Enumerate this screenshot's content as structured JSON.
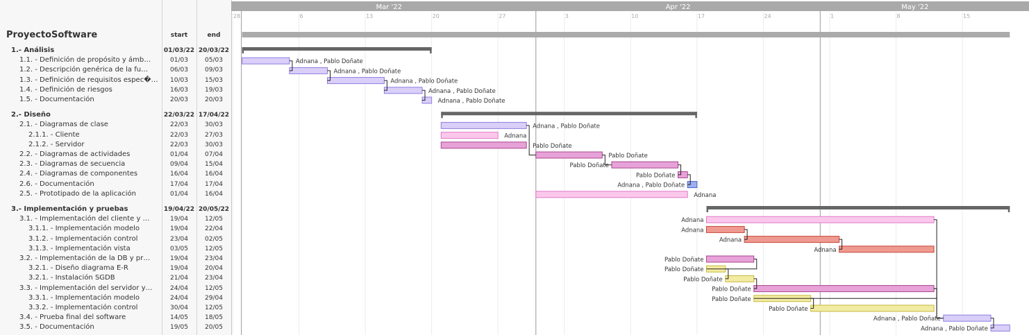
{
  "project": {
    "name": "ProyectoSoftware",
    "start_header": "start",
    "end_header": "end"
  },
  "months": [
    "Mar '22",
    "Apr '22",
    "May '22"
  ],
  "week_labels": [
    "28",
    "6",
    "13",
    "20",
    "27",
    "3",
    "10",
    "17",
    "24",
    "1",
    "8",
    "15"
  ],
  "chart_data": {
    "type": "gantt",
    "x_range": [
      "2022-02-28",
      "2022-05-21"
    ],
    "project_range": [
      "2022-03-01",
      "2022-05-20"
    ],
    "tasks": [
      {
        "name": "1.- Análisis",
        "start": "01/03/22",
        "end": "20/03/22",
        "group": true,
        "s": "2022-03-01",
        "e": "2022-03-20"
      },
      {
        "name": "1.1. - Definición de propósito y ámb…",
        "start": "01/03",
        "end": "05/03",
        "s": "2022-03-01",
        "e": "2022-03-05",
        "res": "Adnana , Pablo Doñate",
        "color": "lavender"
      },
      {
        "name": "1.2. - Descripción genérica de la fu…",
        "start": "06/03",
        "end": "09/03",
        "s": "2022-03-06",
        "e": "2022-03-09",
        "res": "Adnana , Pablo Doñate",
        "color": "lavender"
      },
      {
        "name": "1.3. - Definición de requisitos espec�…",
        "start": "10/03",
        "end": "15/03",
        "s": "2022-03-10",
        "e": "2022-03-15",
        "res": "Adnana , Pablo Doñate",
        "color": "lavender"
      },
      {
        "name": "1.4. - Definición de riesgos",
        "start": "16/03",
        "end": "19/03",
        "s": "2022-03-16",
        "e": "2022-03-19",
        "res": "Adnana , Pablo Doñate",
        "color": "lavender"
      },
      {
        "name": "1.5. - Documentación",
        "start": "20/03",
        "end": "20/03",
        "s": "2022-03-20",
        "e": "2022-03-20",
        "res": "Adnana , Pablo Doñate",
        "color": "lavender"
      },
      {
        "name": "2.- Diseño",
        "start": "22/03/22",
        "end": "17/04/22",
        "group": true,
        "s": "2022-03-22",
        "e": "2022-04-17"
      },
      {
        "name": "2.1. - Diagramas de clase",
        "start": "22/03",
        "end": "30/03",
        "s": "2022-03-22",
        "e": "2022-03-30",
        "res": "Adnana , Pablo Doñate",
        "color": "lavender"
      },
      {
        "name": "2.1.1. - Cliente",
        "start": "22/03",
        "end": "27/03",
        "s": "2022-03-22",
        "e": "2022-03-27",
        "res": "Adnana",
        "color": "pink"
      },
      {
        "name": "2.1.2. - Servidor",
        "start": "22/03",
        "end": "30/03",
        "s": "2022-03-22",
        "e": "2022-03-30",
        "res": "Pablo Doñate",
        "color": "orchid"
      },
      {
        "name": "2.2. - Diagramas de actividades",
        "start": "01/04",
        "end": "07/04",
        "s": "2022-04-01",
        "e": "2022-04-07",
        "res": "Pablo Doñate",
        "color": "orchid"
      },
      {
        "name": "2.3. - Diagramas de secuencia",
        "start": "09/04",
        "end": "15/04",
        "s": "2022-04-09",
        "e": "2022-04-15",
        "res": "Pablo Doñate",
        "color": "orchid",
        "label_left": true
      },
      {
        "name": "2.4. - Diagramas de componentes",
        "start": "16/04",
        "end": "16/04",
        "s": "2022-04-16",
        "e": "2022-04-16",
        "res": "Pablo Doñate",
        "color": "orchid",
        "label_left": true
      },
      {
        "name": "2.6. - Documentación",
        "start": "17/04",
        "end": "17/04",
        "s": "2022-04-17",
        "e": "2022-04-17",
        "res": "Adnana , Pablo Doñate",
        "color": "blue",
        "label_left": true
      },
      {
        "name": "2.5. - Prototipado de la aplicación",
        "start": "01/04",
        "end": "16/04",
        "s": "2022-04-01",
        "e": "2022-04-16",
        "res": "Adnana",
        "color": "pink"
      },
      {
        "name": "3.- Implementación y pruebas",
        "start": "19/04/22",
        "end": "20/05/22",
        "group": true,
        "s": "2022-04-19",
        "e": "2022-05-20"
      },
      {
        "name": "3.1. - Implementación del cliente y …",
        "start": "19/04",
        "end": "12/05",
        "s": "2022-04-19",
        "e": "2022-05-12",
        "res": "Adnana",
        "color": "pink",
        "label_left": true
      },
      {
        "name": "3.1.1. - Implementación modelo",
        "start": "19/04",
        "end": "22/04",
        "s": "2022-04-19",
        "e": "2022-04-22",
        "res": "Adnana",
        "color": "salmon",
        "label_left": true
      },
      {
        "name": "3.1.2. - Implementación control",
        "start": "23/04",
        "end": "02/05",
        "s": "2022-04-23",
        "e": "2022-05-02",
        "res": "Adnana",
        "color": "salmon",
        "label_left": true
      },
      {
        "name": "3.1.3. - Implementación vista",
        "start": "03/05",
        "end": "12/05",
        "s": "2022-05-03",
        "e": "2022-05-12",
        "res": "Adnana",
        "color": "salmon",
        "label_left": true
      },
      {
        "name": "3.2. - Implementación de la DB y pr…",
        "start": "19/04",
        "end": "23/04",
        "s": "2022-04-19",
        "e": "2022-04-23",
        "res": "Pablo Doñate",
        "color": "orchid",
        "label_left": true
      },
      {
        "name": "3.2.1. - Diseño diagrama E-R",
        "start": "19/04",
        "end": "20/04",
        "s": "2022-04-19",
        "e": "2022-04-20",
        "res": "Pablo Doñate",
        "color": "yellow",
        "label_left": true
      },
      {
        "name": "3.2.1. - Instalación SGDB",
        "start": "21/04",
        "end": "23/04",
        "s": "2022-04-21",
        "e": "2022-04-23",
        "res": "Pablo Doñate",
        "color": "yellow",
        "label_left": true
      },
      {
        "name": "3.3. - Implementación del servidor y…",
        "start": "24/04",
        "end": "12/05",
        "s": "2022-04-24",
        "e": "2022-05-12",
        "res": "Pablo Doñate",
        "color": "orchid",
        "label_left": true
      },
      {
        "name": "3.3.1. - Implementación modelo",
        "start": "24/04",
        "end": "29/04",
        "s": "2022-04-24",
        "e": "2022-04-29",
        "res": "Pablo Doñate",
        "color": "yellow",
        "label_left": true
      },
      {
        "name": "3.3.2. - Implementación control",
        "start": "30/04",
        "end": "12/05",
        "s": "2022-04-30",
        "e": "2022-05-12",
        "res": "Pablo Doñate",
        "color": "yellow",
        "label_left": true
      },
      {
        "name": "3.4. - Prueba final del software",
        "start": "14/05",
        "end": "18/05",
        "s": "2022-05-14",
        "e": "2022-05-18",
        "res": "Adnana , Pablo Doñate",
        "color": "lavender",
        "label_left": true
      },
      {
        "name": "3.5. - Documentación",
        "start": "19/05",
        "end": "20/05",
        "s": "2022-05-19",
        "e": "2022-05-20",
        "res": "Adnana , Pablo Doñate",
        "color": "lavender",
        "label_left": true
      }
    ],
    "dependencies": [
      [
        1,
        2
      ],
      [
        2,
        3
      ],
      [
        3,
        4
      ],
      [
        4,
        5
      ],
      [
        7,
        10
      ],
      [
        10,
        11
      ],
      [
        11,
        12
      ],
      [
        12,
        13
      ],
      [
        17,
        18
      ],
      [
        18,
        19
      ],
      [
        20,
        21
      ],
      [
        21,
        22
      ],
      [
        22,
        23
      ],
      [
        23,
        24
      ],
      [
        24,
        25
      ],
      [
        16,
        26
      ],
      [
        23,
        26
      ],
      [
        26,
        27
      ]
    ]
  },
  "colors": {
    "lavender": [
      "#d9cff8",
      "#8e7ee0"
    ],
    "pink": [
      "#fbc8ec",
      "#e07ac8"
    ],
    "orchid": [
      "#e7a2d8",
      "#a8468f"
    ],
    "salmon": [
      "#ef9a90",
      "#c8463a"
    ],
    "yellow": [
      "#f2eba2",
      "#c7b840"
    ],
    "blue": [
      "#9bb0ee",
      "#4a60c8"
    ],
    "group": "#666666",
    "header": "#a9a9a9"
  }
}
